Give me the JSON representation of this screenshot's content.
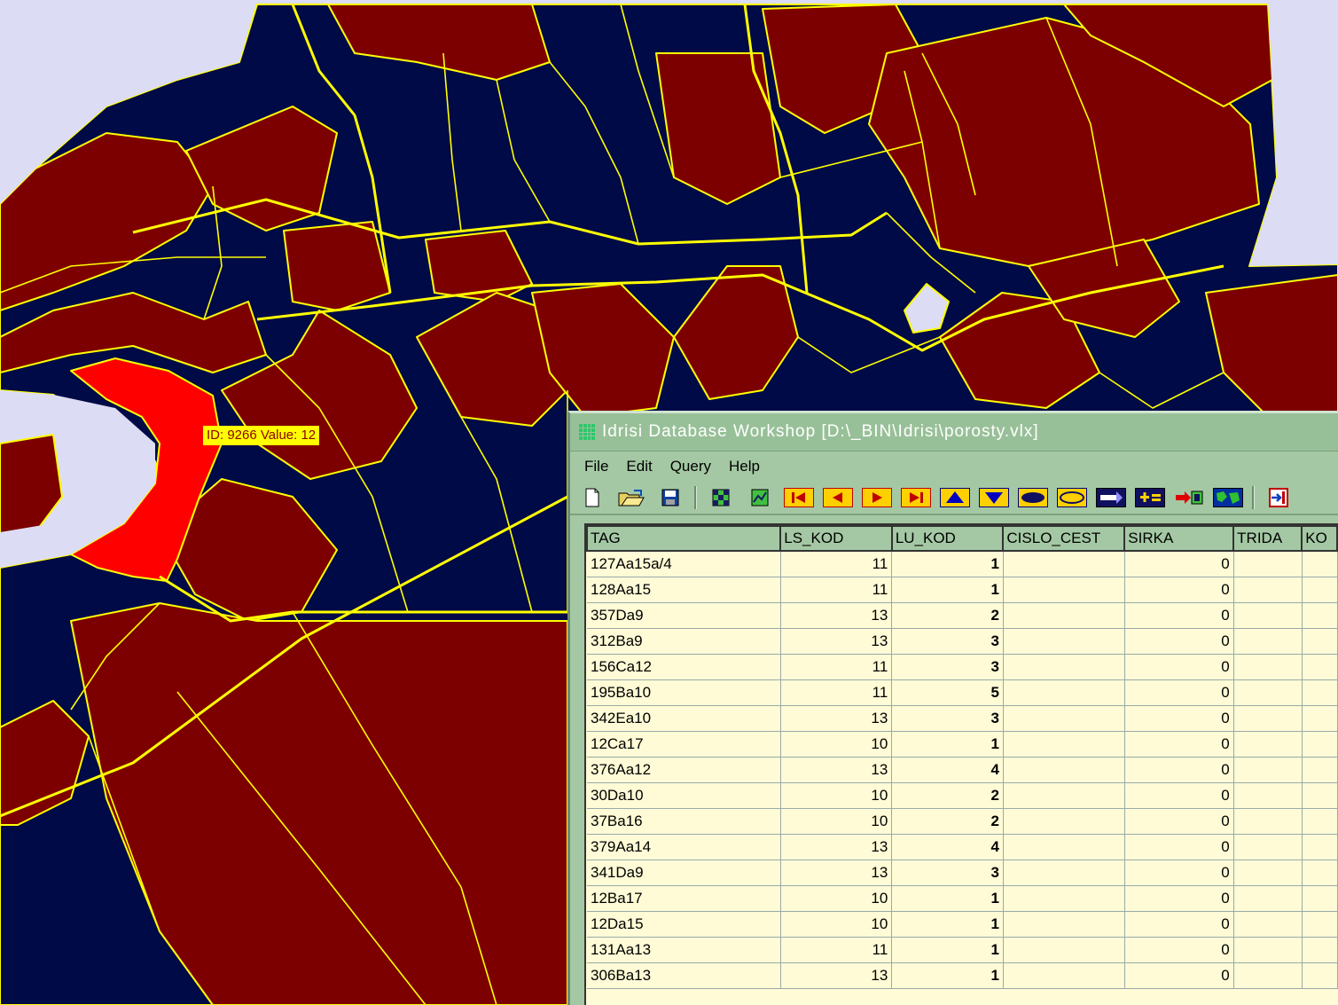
{
  "colors": {
    "water": "#dcdcf4",
    "parcel_dark": "#7d0000",
    "parcel_navy": "#000a46",
    "boundary": "#ffff00",
    "selected": "#ff0000"
  },
  "map": {
    "tooltip": "ID: 9266  Value: 12"
  },
  "window": {
    "title": "Idrisi Database Workshop [D:\\_BIN\\Idrisi\\porosty.vlx]",
    "menu": [
      "File",
      "Edit",
      "Query",
      "Help"
    ],
    "toolbar": [
      "new-icon",
      "open-icon",
      "save-icon",
      "filter-icon",
      "graph-icon",
      "first-record-icon",
      "previous-record-icon",
      "next-record-icon",
      "last-record-icon",
      "sort-ascending-icon",
      "sort-descending-icon",
      "query-icon",
      "query-clear-icon",
      "link-icon",
      "calculate-icon",
      "export-icon",
      "map-icon",
      "exit-icon"
    ]
  },
  "table": {
    "columns": [
      "TAG",
      "LS_KOD",
      "LU_KOD",
      "CISLO_CEST",
      "SIRKA",
      "TRIDA",
      "KO"
    ],
    "rows": [
      [
        "127Aa15a/4",
        "11",
        "1",
        "",
        "0",
        ""
      ],
      [
        "128Aa15",
        "11",
        "1",
        "",
        "0",
        ""
      ],
      [
        "357Da9",
        "13",
        "2",
        "",
        "0",
        ""
      ],
      [
        "312Ba9",
        "13",
        "3",
        "",
        "0",
        ""
      ],
      [
        "156Ca12",
        "11",
        "3",
        "",
        "0",
        ""
      ],
      [
        "195Ba10",
        "11",
        "5",
        "",
        "0",
        ""
      ],
      [
        "342Ea10",
        "13",
        "3",
        "",
        "0",
        ""
      ],
      [
        "12Ca17",
        "10",
        "1",
        "",
        "0",
        ""
      ],
      [
        "376Aa12",
        "13",
        "4",
        "",
        "0",
        ""
      ],
      [
        "30Da10",
        "10",
        "2",
        "",
        "0",
        ""
      ],
      [
        "37Ba16",
        "10",
        "2",
        "",
        "0",
        ""
      ],
      [
        "379Aa14",
        "13",
        "4",
        "",
        "0",
        ""
      ],
      [
        "341Da9",
        "13",
        "3",
        "",
        "0",
        ""
      ],
      [
        "12Ba17",
        "10",
        "1",
        "",
        "0",
        ""
      ],
      [
        "12Da15",
        "10",
        "1",
        "",
        "0",
        ""
      ],
      [
        "131Aa13",
        "11",
        "1",
        "",
        "0",
        ""
      ],
      [
        "306Ba13",
        "13",
        "1",
        "",
        "0",
        ""
      ]
    ]
  }
}
